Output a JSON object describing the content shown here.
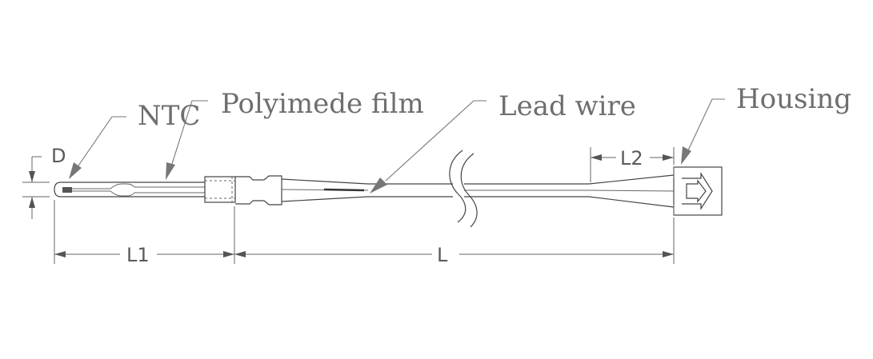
{
  "labels": {
    "ntc": "NTC",
    "film": "Polyimede film",
    "lead": "Lead wire",
    "housing": "Housing"
  },
  "dimensions": {
    "d": "D",
    "l1": "L1",
    "l": "L",
    "l2": "L2"
  }
}
